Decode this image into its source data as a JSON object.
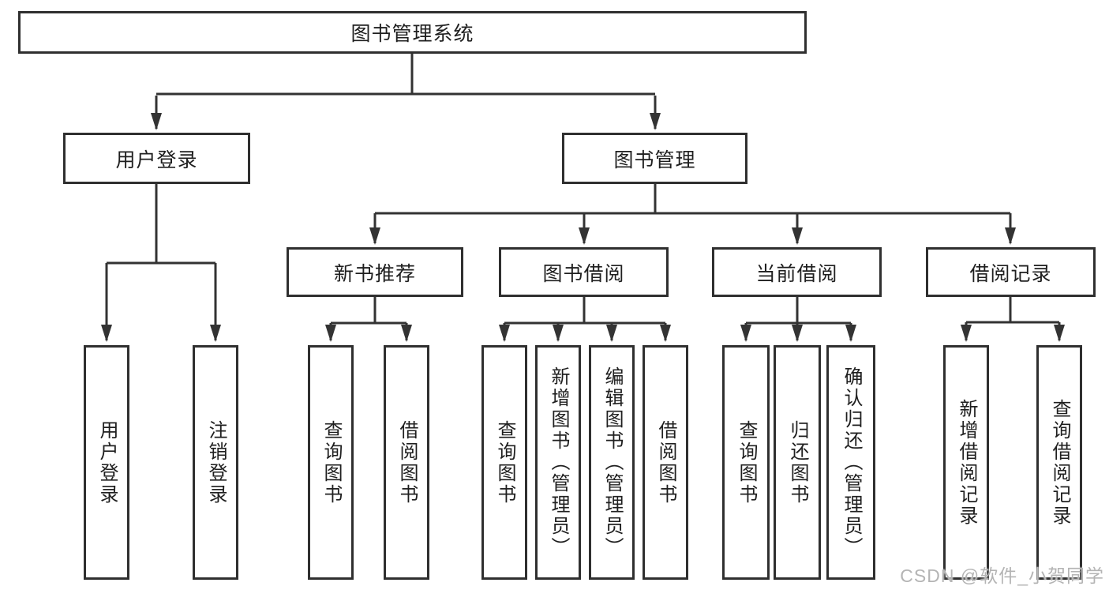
{
  "diagram": {
    "type": "org-tree",
    "title": "图书管理系统",
    "watermark": "CSDN @软件_小贺同学",
    "colors": {
      "line": "#333333",
      "border": "#2f2f2f",
      "text": "#1f1f1f",
      "background": "#ffffff",
      "watermark": "#b4b4b4"
    },
    "tree": {
      "label": "图书管理系统",
      "children": [
        {
          "label": "用户登录",
          "children": [
            {
              "label": "用户登录"
            },
            {
              "label": "注销登录"
            }
          ]
        },
        {
          "label": "图书管理",
          "children": [
            {
              "label": "新书推荐",
              "children": [
                {
                  "label": "查询图书"
                },
                {
                  "label": "借阅图书"
                }
              ]
            },
            {
              "label": "图书借阅",
              "children": [
                {
                  "label": "查询图书"
                },
                {
                  "label": "新增图书（管理员）"
                },
                {
                  "label": "编辑图书（管理员）"
                },
                {
                  "label": "借阅图书"
                }
              ]
            },
            {
              "label": "当前借阅",
              "children": [
                {
                  "label": "查询图书"
                },
                {
                  "label": "归还图书"
                },
                {
                  "label": "确认归还（管理员）"
                }
              ]
            },
            {
              "label": "借阅记录",
              "children": [
                {
                  "label": "新增借阅记录"
                },
                {
                  "label": "查询借阅记录"
                }
              ]
            }
          ]
        }
      ]
    }
  },
  "nodes": {
    "root": {
      "label": "图书管理系统"
    },
    "userLogin": {
      "label": "用户登录"
    },
    "bookMgmt": {
      "label": "图书管理"
    },
    "newBooks": {
      "label": "新书推荐"
    },
    "bookBorrow": {
      "label": "图书借阅"
    },
    "currentBorrow": {
      "label": "当前借阅"
    },
    "borrowRecords": {
      "label": "借阅记录"
    },
    "leafLogin": {
      "label": "用户登录"
    },
    "leafLogout": {
      "label": "注销登录"
    },
    "nbQuery": {
      "label": "查询图书"
    },
    "nbBorrow": {
      "label": "借阅图书"
    },
    "bbQuery": {
      "label": "查询图书"
    },
    "bbAdd": {
      "label": "新增图书（管理员）"
    },
    "bbEdit": {
      "label": "编辑图书（管理员）"
    },
    "bbBorrow": {
      "label": "借阅图书"
    },
    "cbQuery": {
      "label": "查询图书"
    },
    "cbReturn": {
      "label": "归还图书"
    },
    "cbConfirm": {
      "label": "确认归还（管理员）"
    },
    "brAdd": {
      "label": "新增借阅记录"
    },
    "brQuery": {
      "label": "查询借阅记录"
    }
  },
  "watermark": "CSDN @软件_小贺同学"
}
